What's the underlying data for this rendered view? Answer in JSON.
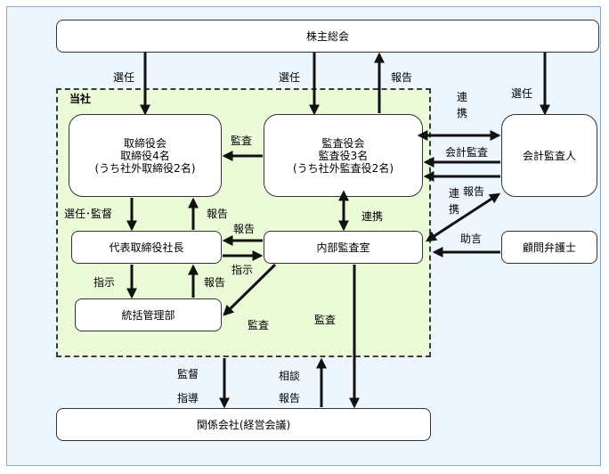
{
  "nodes": {
    "shareholders": "株主総会",
    "board": [
      "取締役会",
      "取締役4名",
      "(うち社外取締役2名)"
    ],
    "auditors": [
      "監査役会",
      "監査役3名",
      "(うち社外監査役2名)"
    ],
    "accounting_auditor": "会計監査人",
    "president": "代表取締役社長",
    "internal_audit": "内部監査室",
    "general_management": "統括管理部",
    "legal_advisor": "顧問弁護士",
    "affiliates": "関係会社(経営会議)"
  },
  "zone_label": "当社",
  "labels": {
    "elect_board": "選任",
    "elect_auditors": "選任",
    "report_to_shareholders": "報告",
    "elect_accounting_auditor": "選任",
    "cooperation_top": [
      "連",
      "携"
    ],
    "audit_board": "監査",
    "accounting_audit": "会計監査",
    "cooperation_bottom": [
      "連",
      "携"
    ],
    "report_right": "報告",
    "cooperation_internal": "連携",
    "advice": "助言",
    "elect_supervise": "選任･監督",
    "report_president_to_board": "報告",
    "report_internal_to_president": "報告",
    "instruct_president_to_internal": "指示",
    "instruct_general": "指示",
    "report_general": "報告",
    "audit_general": "監査",
    "audit_affiliates": "監査",
    "supervise": "監督",
    "guide": "指導",
    "consult": "相談",
    "report_affiliates": "報告"
  }
}
